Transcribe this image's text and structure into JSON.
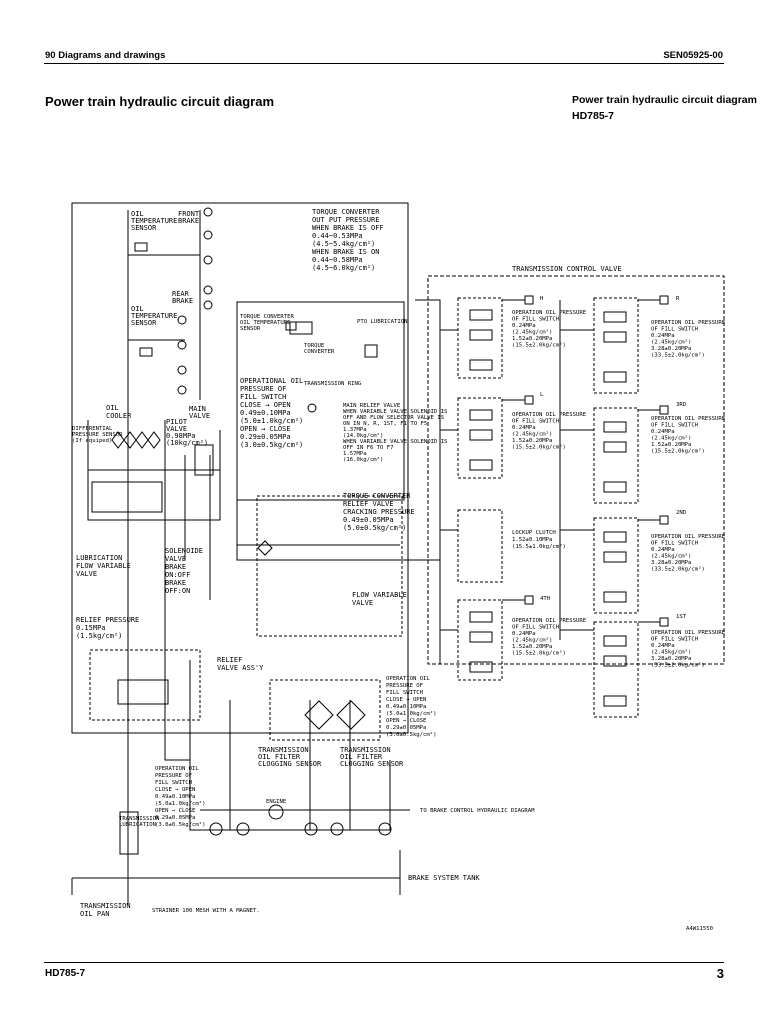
{
  "header": {
    "section": "90 Diagrams and drawings",
    "doc_code": "SEN05925-00"
  },
  "page_title": "Power train hydraulic circuit diagram",
  "side_title": {
    "line1": "Power train hydraulic circuit diagram",
    "line2": "HD785-7"
  },
  "footer": {
    "model": "HD785-7",
    "page": "3"
  },
  "diagram": {
    "drawing_code": "A4W11550",
    "labels": {
      "oil_temp_sensor_1": [
        "OIL",
        "TEMPERATURE",
        "SENSOR"
      ],
      "front_brake": [
        "FRONT",
        "BRAKE"
      ],
      "oil_temp_sensor_2": [
        "OIL",
        "TEMPERATURE",
        "SENSOR"
      ],
      "rear_brake": [
        "REAR",
        "BRAKE"
      ],
      "tc_out_pressure": [
        "TORQUE CONVERTER",
        "OUT PUT PRESSURE",
        "WHEN BRAKE IS OFF",
        "0.44~0.53MPa",
        "(4.5~5.4kg/cm²)",
        "WHEN BRAKE IS ON",
        "0.44~0.58MPa",
        "(4.5~6.0kg/cm²)"
      ],
      "transmission_control_valve": "TRANSMISSION CONTROL VALVE",
      "tc_oil_temp_sensor": [
        "TORQUE CONVERTER",
        "OIL TEMPERATURE",
        "SENSOR"
      ],
      "pto_lubrication": "PTO LUBRICATION",
      "torque_converter": [
        "TORQUE",
        "CONVERTER"
      ],
      "transmission_rings": "TRANSMISSION RING",
      "oil_cooler": [
        "OIL",
        "COOLER"
      ],
      "pilot_valve": [
        "PILOT",
        "VALVE",
        "0.98MPa",
        "(10kg/cm²)"
      ],
      "main_valve": [
        "MAIN",
        "VALVE"
      ],
      "diff_pressure_sensor": [
        "DIFFERENTIAL",
        "PRESSURE SENSOR",
        "(If equiped)"
      ],
      "fill_switch_main": [
        "OPERATIONAL OIL",
        "PRESSURE OF",
        "FILL SWITCH",
        "CLOSE → OPEN",
        "0.49±0.10MPa",
        "(5.0±1.0kg/cm²)",
        "OPEN → CLOSE",
        "0.29±0.05MPa",
        "(3.0±0.5kg/cm²)"
      ],
      "main_relief_valve": [
        "MAIN RELIEF VALVE",
        "WHEN VARIABLE VALVE SOLENOID IS",
        "OFF AND FLOW SELECTOR VALVE IS",
        "ON IN N, R, 1ST, F1 TO F5",
        "1.37MPa",
        "(14.0kg/cm²)",
        "WHEN VARIABLE VALVE SOLENOID IS",
        "OFF IN F6 TO F7",
        "1.57MPa",
        "(16.0kg/cm²)"
      ],
      "lockup_clutch": [
        "LOCKUP CLUTCH",
        "1.52±0.10MPa",
        "(15.5±1.0kg/cm²)"
      ],
      "tc_relief_valve": [
        "TORQUE CONVERTER",
        "RELIEF VALVE",
        "CRACKING PRESSURE",
        "0.49±0.05MPa",
        "(5.0±0.5kg/cm²)"
      ],
      "solenoide_valve": [
        "SOLENOIDE",
        "VALVE",
        "BRAKE",
        "ON:OFF",
        "BRAKE",
        "OFF:ON"
      ],
      "lubrication_flow": [
        "LUBRICATION",
        "FLOW VARIABLE",
        "VALVE"
      ],
      "relief_pressure": [
        "RELIEF PRESSURE",
        "0.15MPa",
        "(1.5kg/cm²)"
      ],
      "flow_variable_valve": [
        "FLOW VARIABLE",
        "VALVE"
      ],
      "relief_valve_assy": [
        "RELIEF",
        "VALVE ASS'Y"
      ],
      "fill_switch_lower_left": [
        "OPERATION OIL",
        "PRESSURE OF",
        "FILL SWITCH",
        "CLOSE → OPEN",
        "0.49±0.10MPa",
        "(5.0±1.0kg/cm²)",
        "OPEN → CLOSE",
        "0.29±0.05MPa",
        "(3.0±0.5kg/cm²)"
      ],
      "fill_switch_lower_right": [
        "OPERATION OIL",
        "PRESSURE OF",
        "FILL SWITCH",
        "CLOSE → OPEN",
        "0.49±0.10MPa",
        "(5.0±1.0kg/cm²)",
        "OPEN → CLOSE",
        "0.29±0.05MPa",
        "(3.0±0.5kg/cm²)"
      ],
      "trans_filter_sensor_1": [
        "TRANSMISSION",
        "OIL FILTER",
        "CLOGGING SENSOR"
      ],
      "trans_filter_sensor_2": [
        "TRANSMISSION",
        "OIL FILTER",
        "CLOGGING SENSOR"
      ],
      "engine": "ENGINE",
      "to_brake_control": "TO BRAKE CONTROL HYDRAULIC DIAGRAM",
      "brake_system_tank": "BRAKE SYSTEM TANK",
      "transmission_oil_pan": [
        "TRANSMISSION",
        "OIL PAN"
      ],
      "strainer": "STRAINER 100 MESH WITH A MAGNET.",
      "transmission_lubrication": [
        "TRANSMISSION",
        "LUBRICATION"
      ]
    },
    "clutches": [
      {
        "name": "H",
        "lines": [
          "OPERATION OIL PRESSURE",
          "OF FILL SWITCH",
          "0.24MPa",
          "(2.45kg/cm²)",
          "1.52±0.20MPa",
          "(15.5±2.0kg/cm²)"
        ]
      },
      {
        "name": "L",
        "lines": [
          "OPERATION OIL PRESSURE",
          "OF FILL SWITCH",
          "0.24MPa",
          "(2.45kg/cm²)",
          "1.52±0.20MPa",
          "(15.5±2.0kg/cm²)"
        ]
      },
      {
        "name": "4TH",
        "lines": [
          "OPERATION OIL PRESSURE",
          "OF FILL SWITCH",
          "0.24MPa",
          "(2.45kg/cm²)",
          "1.52±0.20MPa",
          "(15.5±2.0kg/cm²)"
        ]
      },
      {
        "name": "R",
        "lines": [
          "OPERATION OIL PRESSURE",
          "OF FILL SWITCH",
          "0.24MPa",
          "(2.45kg/cm²)",
          "3.28±0.20MPa",
          "(33.5±2.0kg/cm²)"
        ]
      },
      {
        "name": "3RD",
        "lines": [
          "OPERATION OIL PRESSURE",
          "OF FILL SWITCH",
          "0.24MPa",
          "(2.45kg/cm²)",
          "1.52±0.20MPa",
          "(15.5±2.0kg/cm²)"
        ]
      },
      {
        "name": "2ND",
        "lines": [
          "OPERATION OIL PRESSURE",
          "OF FILL SWITCH",
          "0.24MPa",
          "(2.45kg/cm²)",
          "3.28±0.20MPa",
          "(33.5±2.0kg/cm²)"
        ]
      },
      {
        "name": "1ST",
        "lines": [
          "OPERATION OIL PRESSURE",
          "OF FILL SWITCH",
          "0.24MPa",
          "(2.45kg/cm²)",
          "3.28±0.20MPa",
          "(33.5±2.0kg/cm²)"
        ]
      }
    ]
  }
}
